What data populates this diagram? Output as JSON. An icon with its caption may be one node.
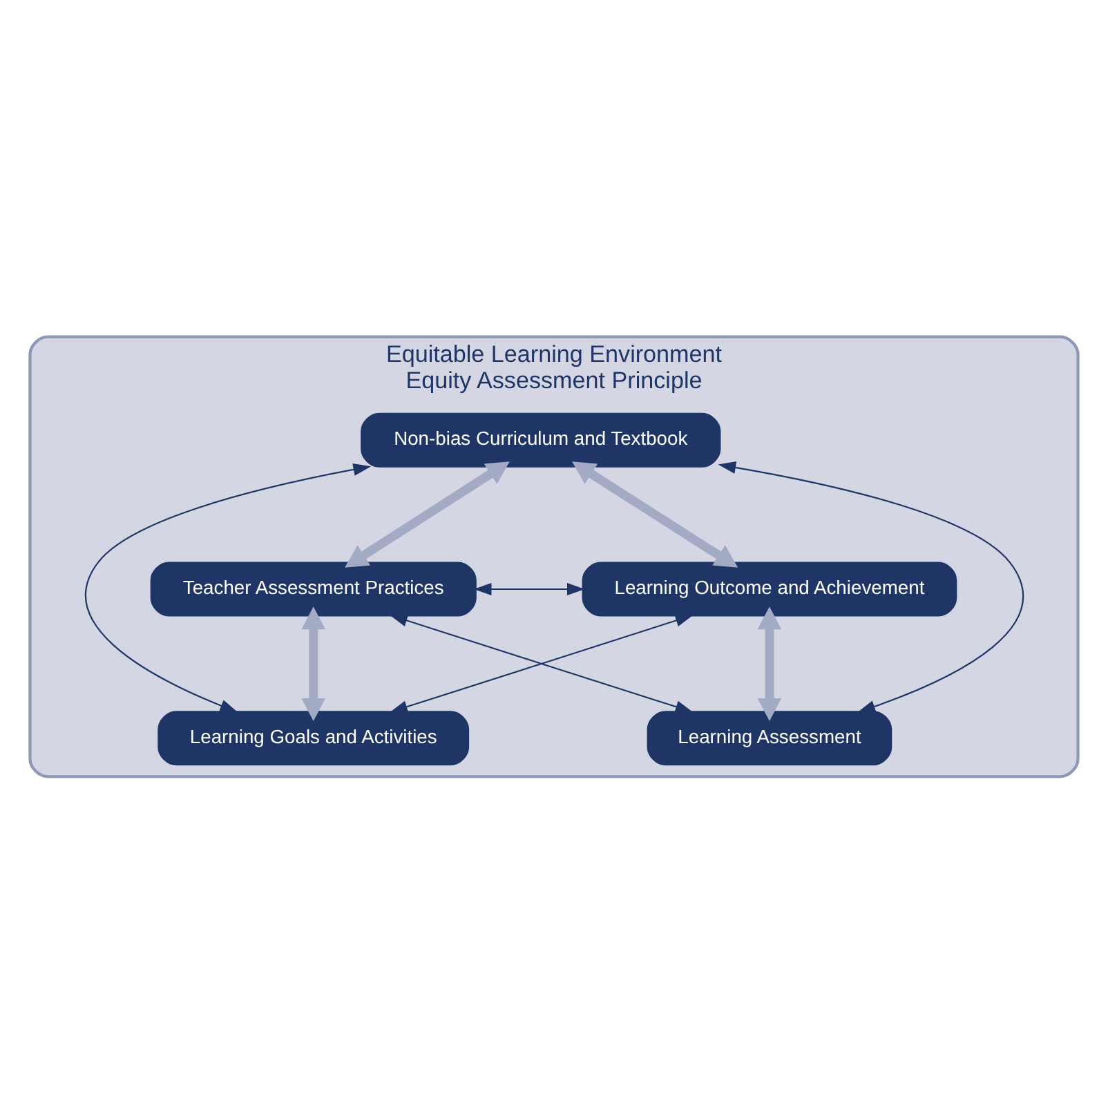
{
  "diagram": {
    "nodes": [
      {
        "text": [
          "Equitable Learning Environment",
          "Equity Assessment Principle"
        ]
      },
      {
        "text": [
          "Non-bias Curriculum and Textbook"
        ],
        "in": 0
      },
      {
        "text": [
          "Teacher Assessment Practices"
        ],
        "in": 0
      },
      {
        "text": [
          "Learning Outcome and Achievement"
        ],
        "in": 0
      },
      {
        "text": [
          "Learning Goals and Activities"
        ],
        "in": 0
      },
      {
        "text": [
          "Learning Assessment"
        ],
        "in": 0
      }
    ],
    "edges": [
      {
        "from": 1,
        "to": 2,
        "arrow": "both",
        "style": "thick",
        "color": "#a3aac4"
      },
      {
        "from": 1,
        "to": 3,
        "arrow": "both",
        "style": "thick",
        "color": "#a3aac4"
      },
      {
        "from": 2,
        "to": 4,
        "arrow": "both",
        "style": "thick",
        "color": "#a3aac4"
      },
      {
        "from": 3,
        "to": 5,
        "arrow": "both",
        "style": "thick",
        "color": "#a3aac4"
      },
      {
        "from": 2,
        "to": 3,
        "arrow": "both"
      },
      {
        "from": 2,
        "to": 5,
        "arrow": "both"
      },
      {
        "from": 1,
        "to": 4,
        "arrow": "both"
      },
      {
        "from": 1,
        "to": 5,
        "arrow": "both"
      },
      {
        "from": 3,
        "to": 4,
        "arrow": "both"
      }
    ]
  }
}
